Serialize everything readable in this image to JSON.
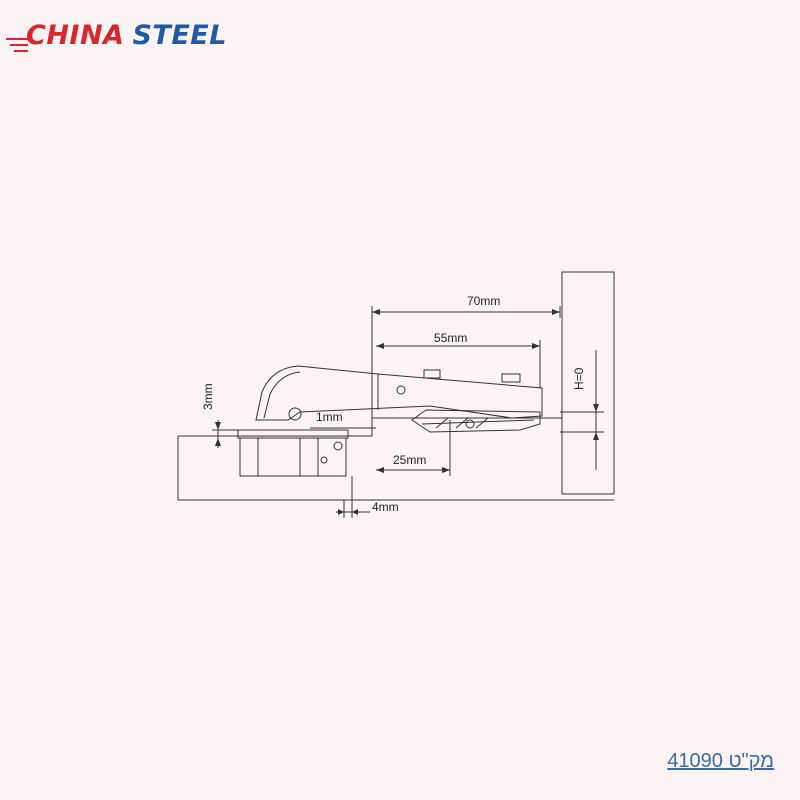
{
  "brand": {
    "word1": "CHINA",
    "word2": "STEEL",
    "red": "#d9262b",
    "blue": "#1f5aa6"
  },
  "drawing": {
    "dim_70": "70mm",
    "dim_55": "55mm",
    "dim_h": "H=0",
    "dim_3": "3mm",
    "dim_1": "1mm",
    "dim_25": "25mm",
    "dim_4": "4mm"
  },
  "sku_label": "מק\"ט 41090",
  "colors": {
    "background": "#fcf4f4",
    "line": "#333333",
    "link": "#3b6aa8"
  }
}
